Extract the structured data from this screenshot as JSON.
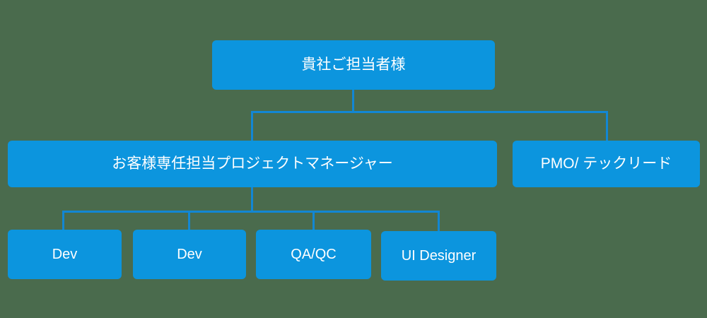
{
  "diagram": {
    "type": "organization-chart",
    "colors": {
      "background": "#4a6b4d",
      "node_fill": "#0c95de",
      "node_text": "#ffffff",
      "connector": "#1287d4"
    },
    "levels": [
      {
        "level": 1,
        "nodes": [
          {
            "id": "client",
            "label": "貴社ご担当者様"
          }
        ]
      },
      {
        "level": 2,
        "nodes": [
          {
            "id": "pm",
            "label": "お客様専任担当プロジェクトマネージャー"
          },
          {
            "id": "pmo",
            "label": "PMO/ テックリード"
          }
        ]
      },
      {
        "level": 3,
        "nodes": [
          {
            "id": "dev1",
            "label": "Dev"
          },
          {
            "id": "dev2",
            "label": "Dev"
          },
          {
            "id": "qa",
            "label": "QA/QC"
          },
          {
            "id": "uidesigner",
            "label": "UI Designer"
          }
        ]
      }
    ]
  }
}
